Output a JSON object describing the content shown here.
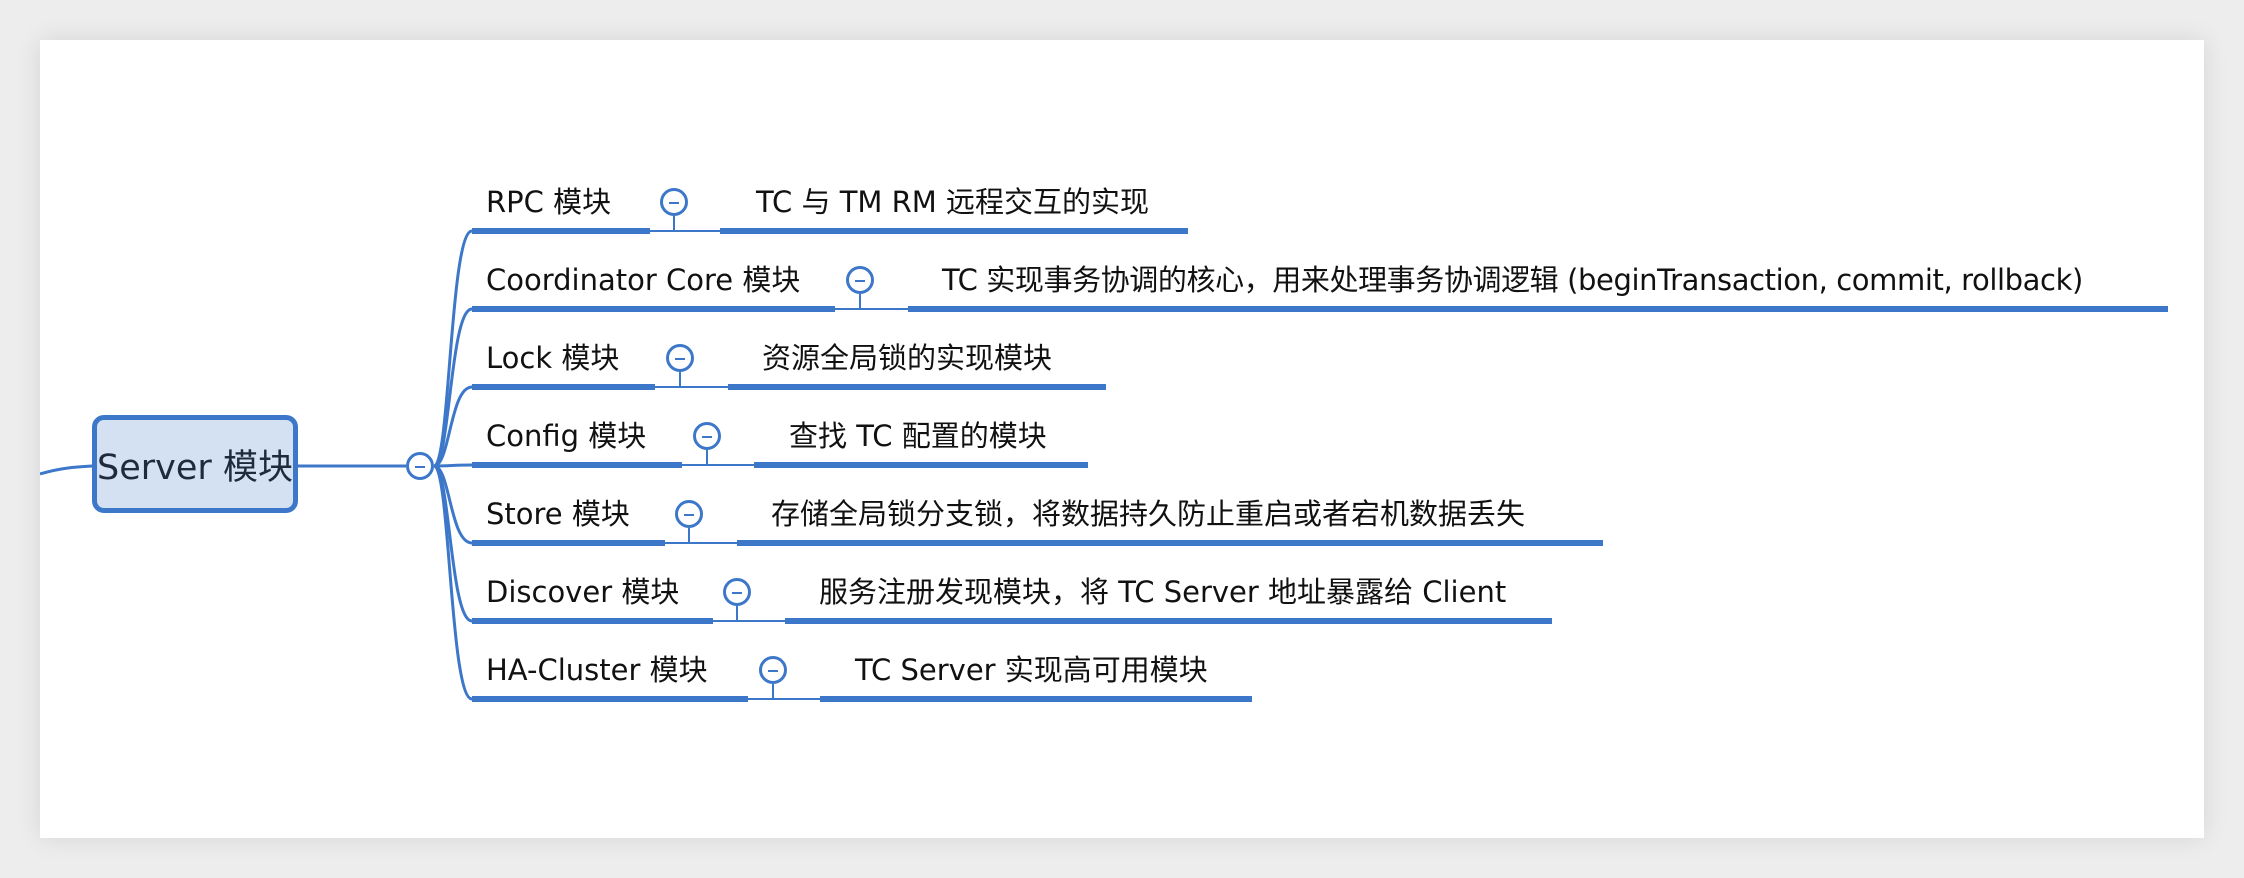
{
  "root": {
    "label": "Server 模块"
  },
  "branches": [
    {
      "label": "RPC 模块",
      "detail": "TC 与 TM RM 远程交互的实现"
    },
    {
      "label": "Coordinator Core 模块",
      "detail": "TC 实现事务协调的核心，用来处理事务协调逻辑 (beginTransaction, commit, rollback)"
    },
    {
      "label": "Lock 模块",
      "detail": "资源全局锁的实现模块"
    },
    {
      "label": "Config 模块",
      "detail": "查找 TC 配置的模块"
    },
    {
      "label": "Store 模块",
      "detail": "存储全局锁分支锁，将数据持久防止重启或者宕机数据丢失"
    },
    {
      "label": "Discover 模块",
      "detail": "服务注册发现模块，将 TC Server 地址暴露给 Client"
    },
    {
      "label": "HA-Cluster 模块",
      "detail": "TC Server 实现高可用模块"
    }
  ],
  "colors": {
    "line": "#3d77c9",
    "root_fill": "#d3e1f3",
    "text": "#111111"
  }
}
